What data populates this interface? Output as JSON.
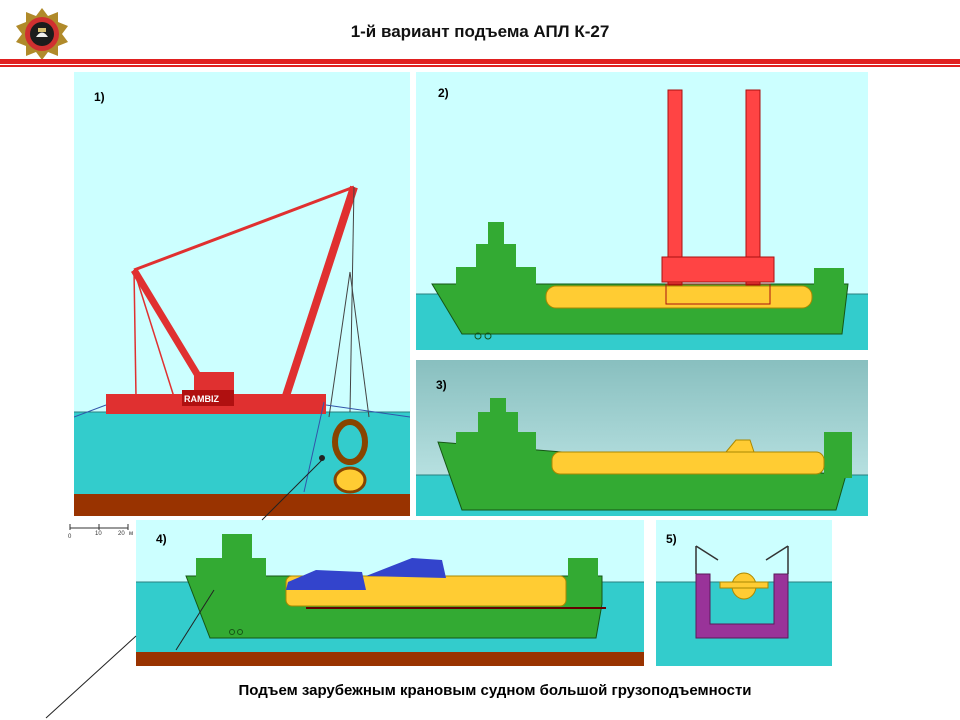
{
  "header": {
    "title": "1-й вариант  подъема АПЛ К-27"
  },
  "panels": [
    {
      "label": "1)",
      "hull_text": "RAMBIZ"
    },
    {
      "label": "2)"
    },
    {
      "label": "3)"
    },
    {
      "label": "4)"
    },
    {
      "label": "5)"
    }
  ],
  "scale": {
    "t0": "0",
    "t1": "10",
    "t2": "20",
    "unit": "м"
  },
  "caption": "Подъем зарубежным крановым  судном большой грузоподъемности",
  "colors": {
    "sky": "#ccffff",
    "sea": "#33cccc",
    "seabed": "#993300",
    "crane": "#ff3333",
    "ship": "#33aa33",
    "submarine": "#ffcc33",
    "pontoon_blue": "#3344cc",
    "dock": "#993399",
    "accent_red": "#cc0000"
  }
}
